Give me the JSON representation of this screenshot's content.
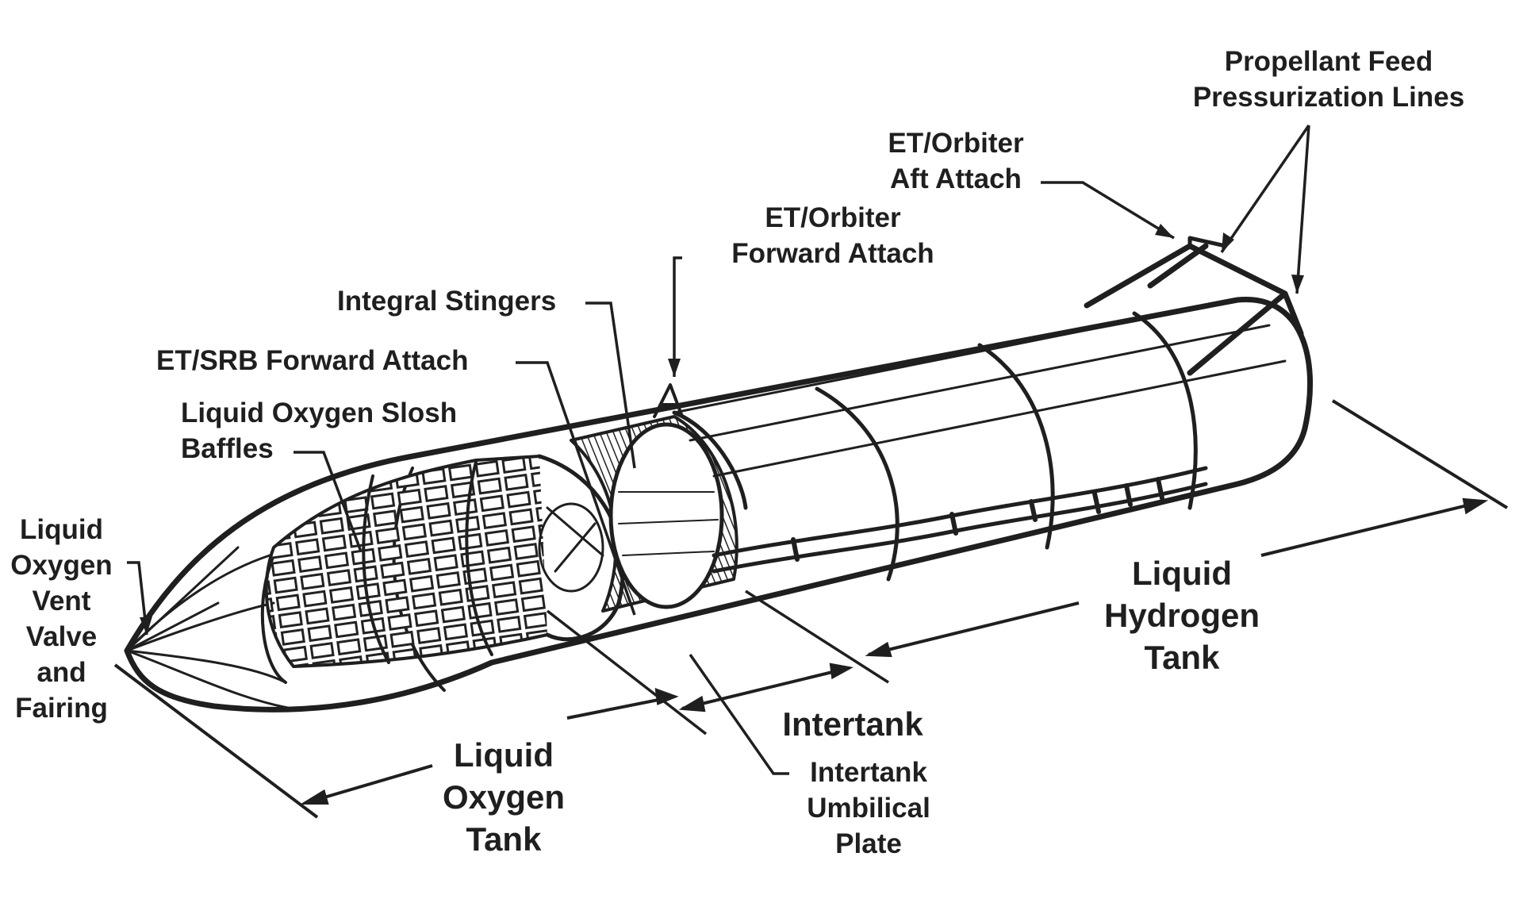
{
  "labels": {
    "propellant_feed": "Propellant Feed\nPressurization Lines",
    "et_orbiter_aft": "ET/Orbiter\nAft Attach",
    "et_orbiter_forward": "ET/Orbiter\nForward Attach",
    "integral_stingers": "Integral Stingers",
    "et_srb_forward": "ET/SRB Forward Attach",
    "lox_slosh_baffles": "Liquid Oxygen Slosh\nBaffles",
    "lox_vent_valve": "Liquid\nOxygen\nVent\nValve\nand\nFairing",
    "lox_tank": "Liquid\nOxygen\nTank",
    "intertank": "Intertank",
    "intertank_umbilical": "Intertank\nUmbilical\nPlate",
    "lh2_tank": "Liquid\nHydrogen\nTank"
  },
  "colors": {
    "ink": "#1f1f1f",
    "background": "#ffffff"
  }
}
